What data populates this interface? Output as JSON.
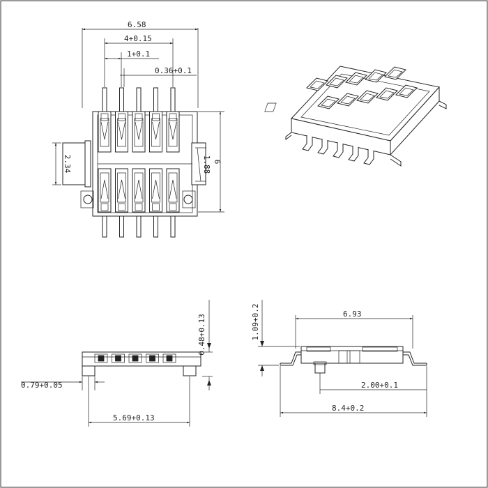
{
  "dimensions": {
    "top_width": "6.58",
    "pitch_span": "4+0.15",
    "pitch": "1+0.1",
    "pin_width": "0.36+0.1",
    "left_height": "2.34",
    "right_inner": "1.88",
    "right_overall": "6",
    "front_height": "0.48+0.13",
    "pad_width": "0.79+0.05",
    "front_span": "5.69+0.13",
    "side_total_height": "1.09+0.2",
    "side_body_width": "6.93",
    "side_offset": "2.00+0.1",
    "side_total_width": "8.4+0.2"
  }
}
